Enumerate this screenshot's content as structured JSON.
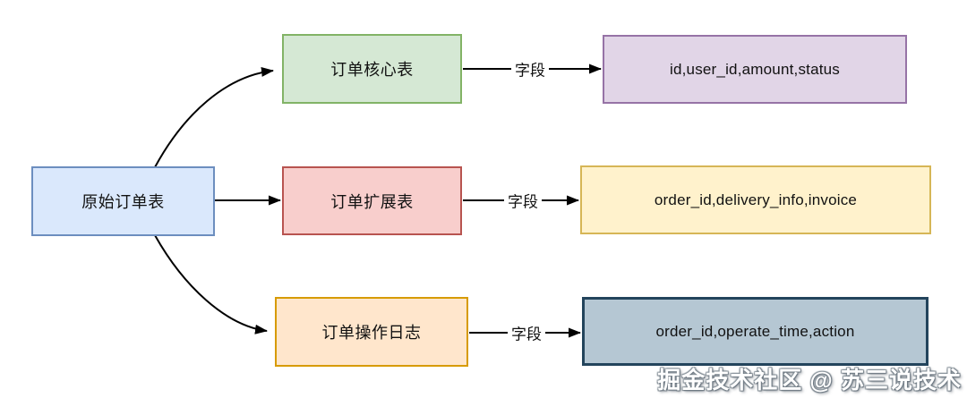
{
  "diagram": {
    "source": {
      "label": "原始订单表"
    },
    "rows": [
      {
        "table": "订单核心表",
        "edge_label": "字段",
        "fields": "id,user_id,amount,status"
      },
      {
        "table": "订单扩展表",
        "edge_label": "字段",
        "fields": "order_id,delivery_info,invoice"
      },
      {
        "table": "订单操作日志",
        "edge_label": "字段",
        "fields": "order_id,operate_time,action"
      }
    ]
  },
  "colors": {
    "blue": {
      "fill": "#dae8fc",
      "stroke": "#6c8ebf"
    },
    "green": {
      "fill": "#d5e8d4",
      "stroke": "#82b366"
    },
    "purple": {
      "fill": "#e1d5e7",
      "stroke": "#9673a6"
    },
    "red": {
      "fill": "#f8cecc",
      "stroke": "#b85450"
    },
    "yellow": {
      "fill": "#fff2cc",
      "stroke": "#d6b656"
    },
    "orange": {
      "fill": "#ffe6cc",
      "stroke": "#d79b00"
    },
    "slate": {
      "fill": "#b5c7d3",
      "stroke": "#23445c"
    },
    "arrow": "#000000"
  },
  "watermark": "掘金技术社区 @ 苏三说技术"
}
